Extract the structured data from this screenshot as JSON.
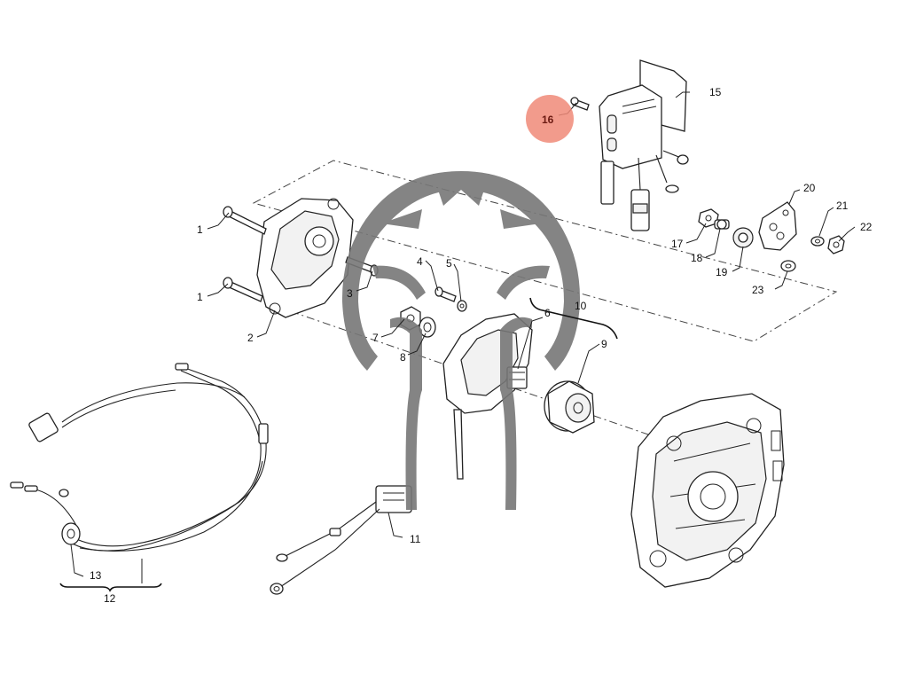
{
  "diagram": {
    "highlight_color": "#f08a78",
    "watermark_color": "#777777",
    "callouts": [
      {
        "id": "c1a",
        "label": "1"
      },
      {
        "id": "c1b",
        "label": "1"
      },
      {
        "id": "c2",
        "label": "2"
      },
      {
        "id": "c3",
        "label": "3"
      },
      {
        "id": "c4",
        "label": "4"
      },
      {
        "id": "c5",
        "label": "5"
      },
      {
        "id": "c6",
        "label": "6"
      },
      {
        "id": "c7",
        "label": "7"
      },
      {
        "id": "c8",
        "label": "8"
      },
      {
        "id": "c9",
        "label": "9"
      },
      {
        "id": "c10",
        "label": "10"
      },
      {
        "id": "c11",
        "label": "11"
      },
      {
        "id": "c12",
        "label": "12"
      },
      {
        "id": "c13",
        "label": "13"
      },
      {
        "id": "c15",
        "label": "15"
      },
      {
        "id": "c16",
        "label": "16",
        "highlighted": true
      },
      {
        "id": "c17",
        "label": "17"
      },
      {
        "id": "c18",
        "label": "18"
      },
      {
        "id": "c19",
        "label": "19"
      },
      {
        "id": "c20",
        "label": "20"
      },
      {
        "id": "c21",
        "label": "21"
      },
      {
        "id": "c22",
        "label": "22"
      },
      {
        "id": "c23",
        "label": "23"
      }
    ]
  }
}
